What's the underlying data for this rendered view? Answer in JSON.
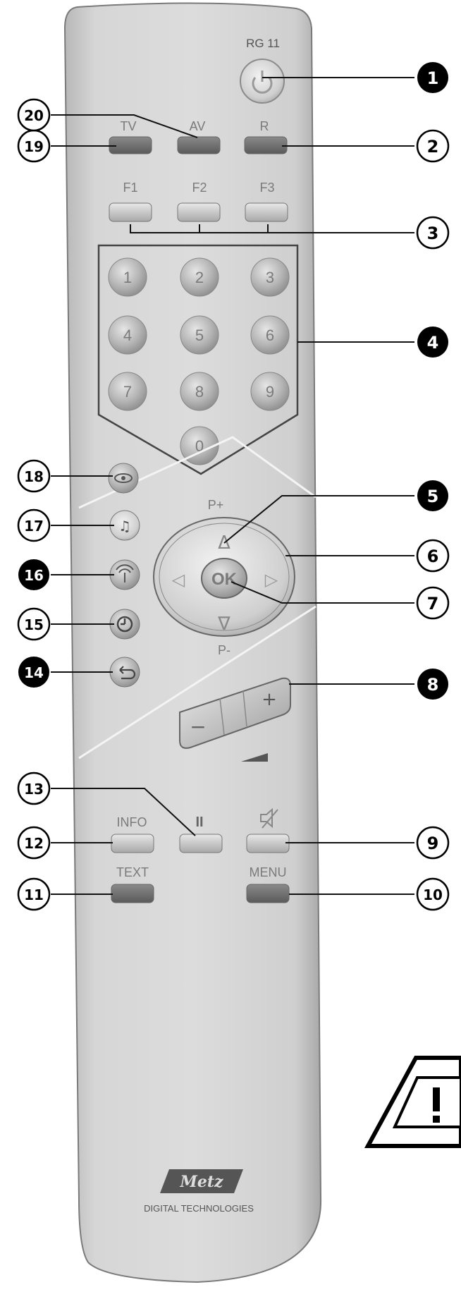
{
  "remote": {
    "model": "RG 11",
    "brand_logo_text": "Metz",
    "brand_subtitle": "DIGITAL TECHNOLOGIES"
  },
  "source_keys": {
    "tv": "TV",
    "av": "AV",
    "r": "R"
  },
  "function_keys": {
    "f1": "F1",
    "f2": "F2",
    "f3": "F3"
  },
  "digits": [
    "1",
    "2",
    "3",
    "4",
    "5",
    "6",
    "7",
    "8",
    "9",
    "0"
  ],
  "nav": {
    "p_plus": "P+",
    "p_minus": "P-",
    "ok": "OK",
    "up": "Δ",
    "down": "∇",
    "left": "◁",
    "right": "▷"
  },
  "volume": {
    "minus": "−",
    "plus": "+"
  },
  "bottom_keys": {
    "info": "INFO",
    "pause": "II",
    "text": "TEXT",
    "menu": "MENU"
  },
  "callouts": [
    "1",
    "2",
    "3",
    "4",
    "5",
    "6",
    "7",
    "8",
    "9",
    "10",
    "11",
    "12",
    "13",
    "14",
    "15",
    "16",
    "17",
    "18",
    "19",
    "20"
  ],
  "icons": [
    "power-icon",
    "eye-icon",
    "music-note-icon",
    "radio-icon",
    "timer-icon",
    "return-icon",
    "mute-icon",
    "warning-icon"
  ]
}
